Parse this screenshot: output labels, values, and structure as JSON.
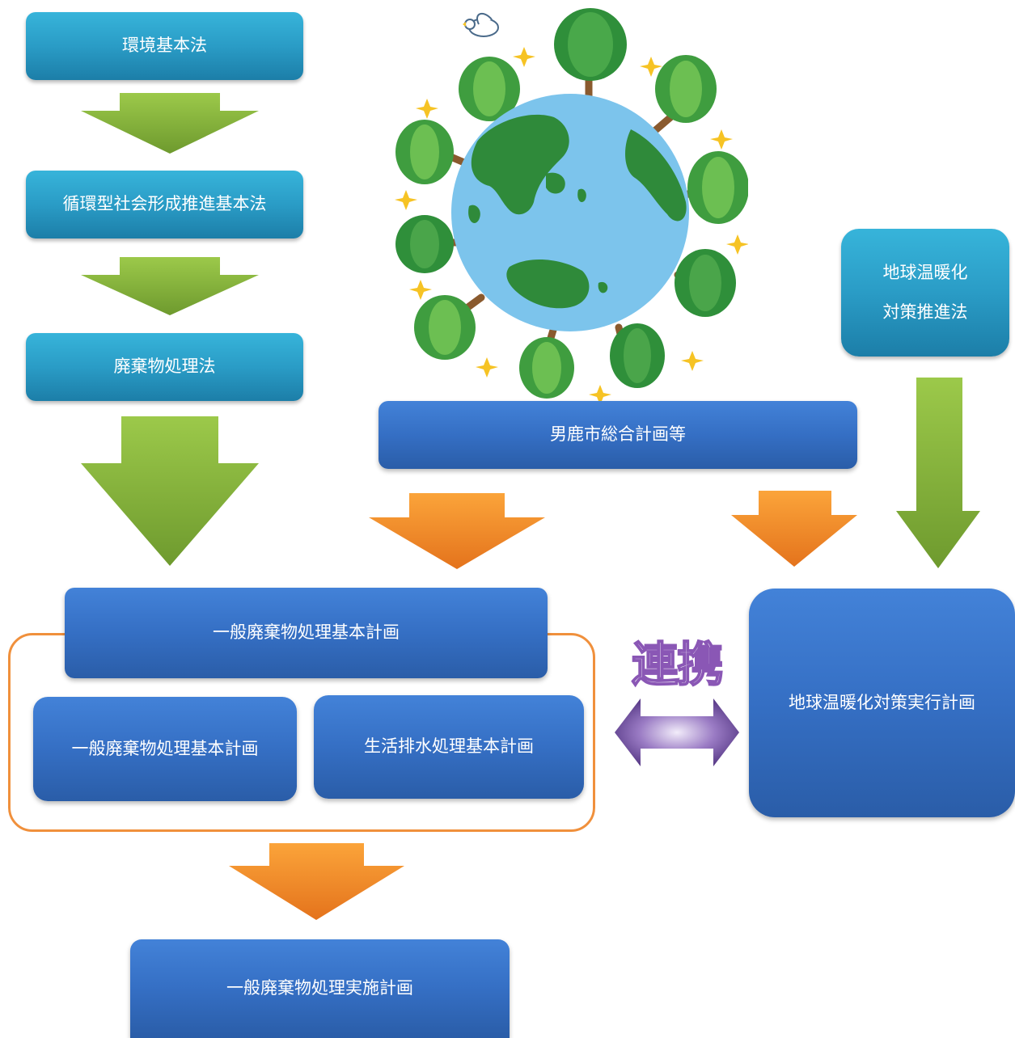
{
  "laws": {
    "kankyo": "環境基本法",
    "junkan": "循環型社会形成推進基本法",
    "haikibutsu": "廃棄物処理法",
    "ondanka_law_line1": "地球温暖化",
    "ondanka_law_line2": "対策推進法"
  },
  "plans": {
    "sogo": "男鹿市総合計画等",
    "ippan_kihon": "一般廃棄物処理基本計画",
    "ippan_kihon_sub": "一般廃棄物処理基本計画",
    "seikatsu_haisui": "生活排水処理基本計画",
    "ondanka_jikko": "地球温暖化対策実行計画",
    "jisshi": "一般廃棄物処理実施計画"
  },
  "link_label": "連携",
  "colors": {
    "law_box": "#2a9cc6",
    "plan_box": "#356fc4",
    "green_arrow": "#8cb83a",
    "orange_arrow": "#f39a2c",
    "frame": "#f0903c",
    "link_arrow": "#7d5aa8"
  },
  "illustration": "earth-with-trees-icon"
}
